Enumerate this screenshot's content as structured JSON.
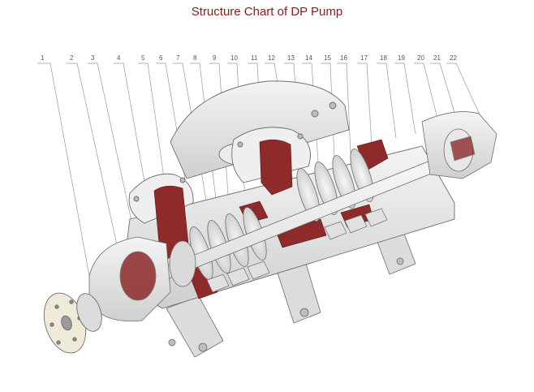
{
  "title": "Structure Chart of DP Pump",
  "part_numbers": [
    "1",
    "2",
    "3",
    "4",
    "5",
    "6",
    "7",
    "8",
    "9",
    "10",
    "11",
    "12",
    "13",
    "14",
    "15",
    "16",
    "17",
    "18",
    "19",
    "20",
    "21",
    "22"
  ],
  "colors": {
    "title": "#8a1b1b",
    "cutaway": "#8e2a2a",
    "casing": "#e6e6e6",
    "outline": "#6d6d6d",
    "leader": "#9a9a9a"
  }
}
